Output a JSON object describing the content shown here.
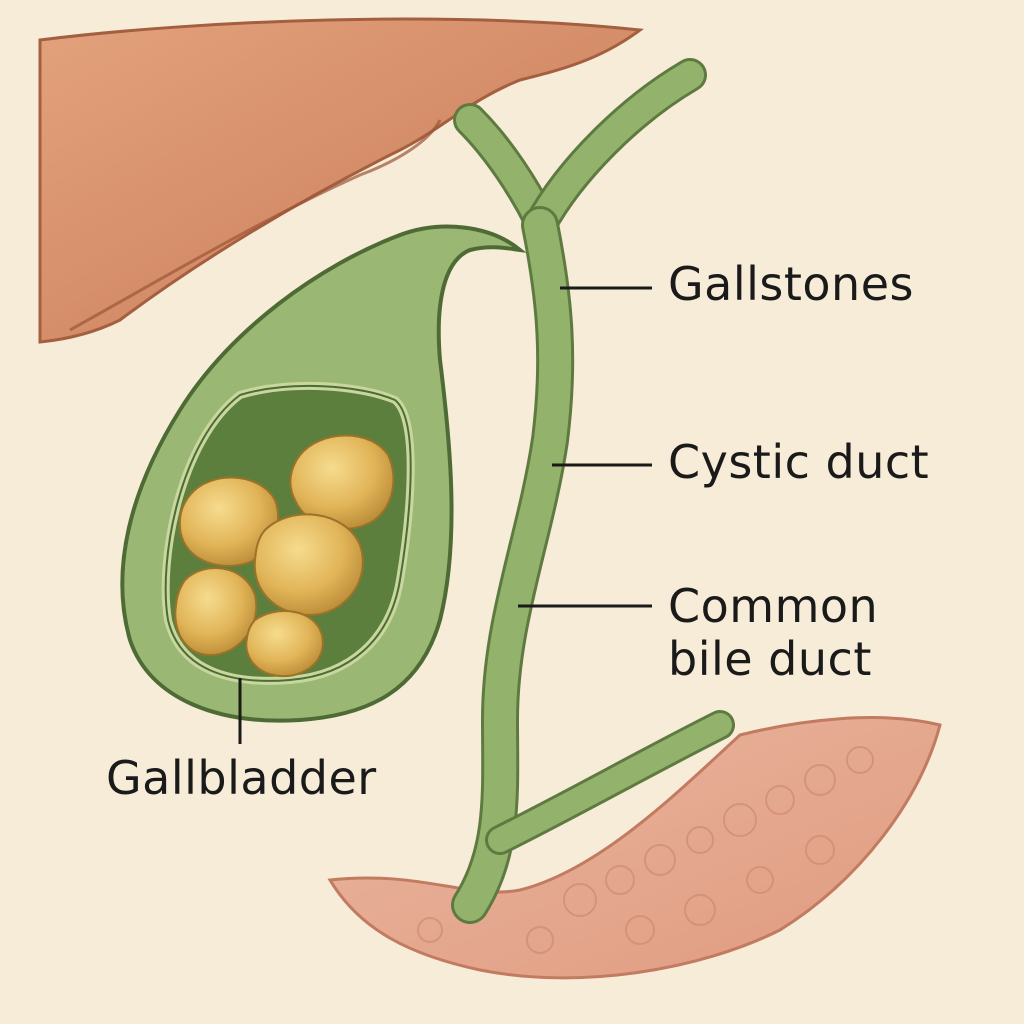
{
  "labels": {
    "gallstones": "Gallstones",
    "cystic_duct": "Cystic duct",
    "common_bile_duct_line1": "Common",
    "common_bile_duct_line2": "bile duct",
    "gallbladder": "Gallbladder"
  },
  "colors": {
    "background": "#f6ecd8",
    "liver": "#d9936e",
    "gallbladder_wall": "#9bb774",
    "gallbladder_interior": "#5d7f3e",
    "duct": "#93b36c",
    "stones": "#e1b458",
    "pancreas": "#e8a88f",
    "label_text": "#1a1a1a"
  }
}
